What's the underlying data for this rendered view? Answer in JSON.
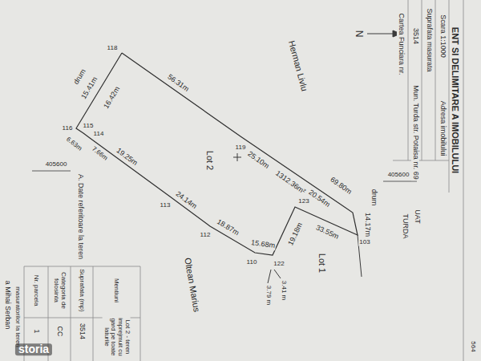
{
  "diagram": {
    "nodes": [
      {
        "text": [
          "Lot 2",
          "1312.36m²"
        ]
      }
    ],
    "labels": [
      "Herman Livlu",
      "Oltean Marius",
      "Lot 1",
      "56.31m",
      "25.10m",
      "20.54m",
      "69.80m",
      "14.17m",
      "33.55m",
      "19.18m",
      "19.25m",
      "24.14m",
      "18.87m",
      "15.68m",
      "15.41m",
      "16.42m",
      "7.66m",
      "6.63m",
      "drum",
      "drum",
      "118",
      "119",
      "116",
      "115",
      "114",
      "113",
      "112",
      "110",
      "122",
      "123",
      "103",
      "3.41 m",
      "3.79 m",
      "405600",
      "405600",
      "N",
      "ENT SI DELIMITARE A IMOBILULUI",
      "Scara 1:1000",
      "Adresa imobilului",
      "Suprafata masurata",
      "3514",
      "Mun. Turda str. Potaisa nr. 69",
      "Cartea Funciara nr.",
      "UAT",
      "TURDA",
      "564",
      "a Mihai Serban",
      "masuratorilor la teren",
      "A. Date referitoare la teren",
      "Nr. parcela",
      "Categoria de folosinta",
      "Suprafata (mp)",
      "Mentiuni",
      "1",
      "CC",
      "3514",
      "Lot 2 - teren imprejmuit cu gard pe toate laturile",
      "storia"
    ]
  }
}
